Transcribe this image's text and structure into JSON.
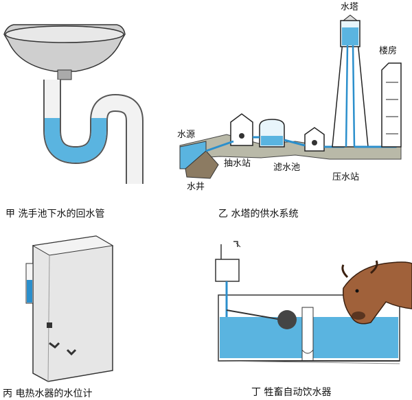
{
  "captions": {
    "a": "甲  洗手池下水的回水管",
    "b": "乙  水塔的供水系统",
    "c": "丙  电热水器的水位计",
    "d": "丁  牲畜自动饮水器"
  },
  "labels": {
    "water_tower": "水塔",
    "building": "楼房",
    "water_source": "水源",
    "pumping_station": "抽水站",
    "well": "水井",
    "filter_tank": "滤水池",
    "pressure_station": "压水站"
  },
  "colors": {
    "water": "#5ab4e0",
    "water_dark": "#2b8fcc",
    "metal": "#c9c9c9",
    "outline": "#222222",
    "heater_body": "#e6e6e6",
    "cow": "#a0613a"
  }
}
